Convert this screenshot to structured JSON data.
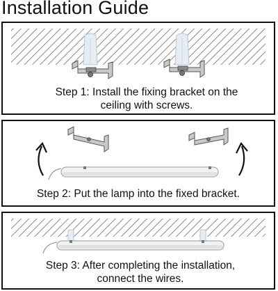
{
  "title": "Installation Guide",
  "steps": [
    {
      "text": "Step 1: Install the fixing bracket on the\nceiling with screws."
    },
    {
      "text": "Step 2: Put the lamp into the fixed bracket."
    },
    {
      "text": "Step 3: After completing the installation,\nconnect the wires."
    }
  ]
}
